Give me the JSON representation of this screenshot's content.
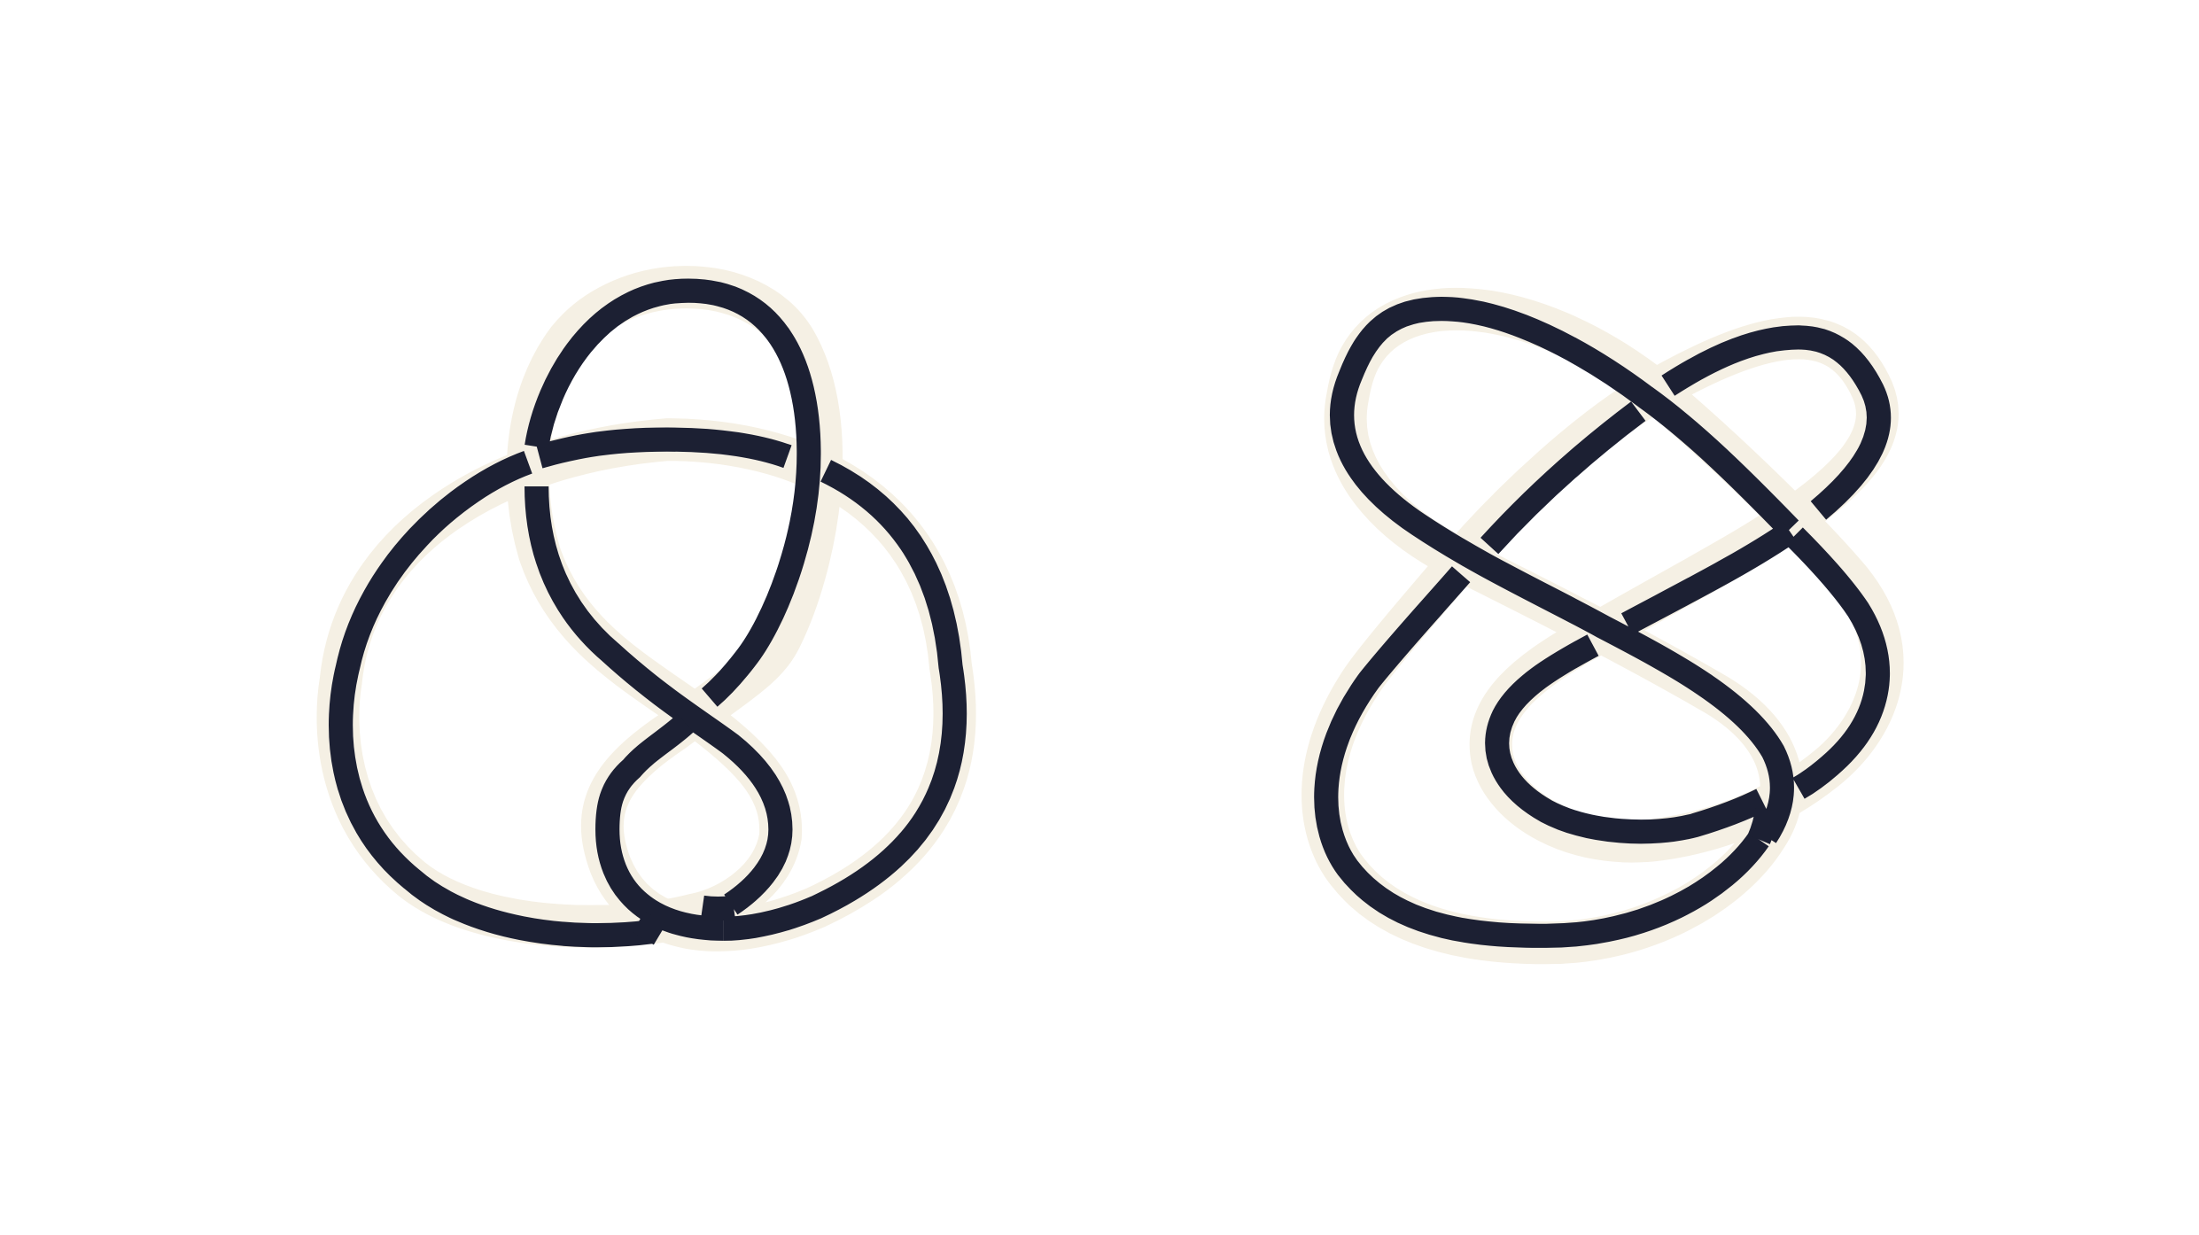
{
  "colors": {
    "background": "#ffffff",
    "strand": "#1c2033",
    "halo": "#f5f0e4"
  },
  "figures": [
    {
      "name": "left-knot-diagram",
      "crossings": 6
    },
    {
      "name": "right-knot-diagram",
      "crossings": 6
    }
  ]
}
